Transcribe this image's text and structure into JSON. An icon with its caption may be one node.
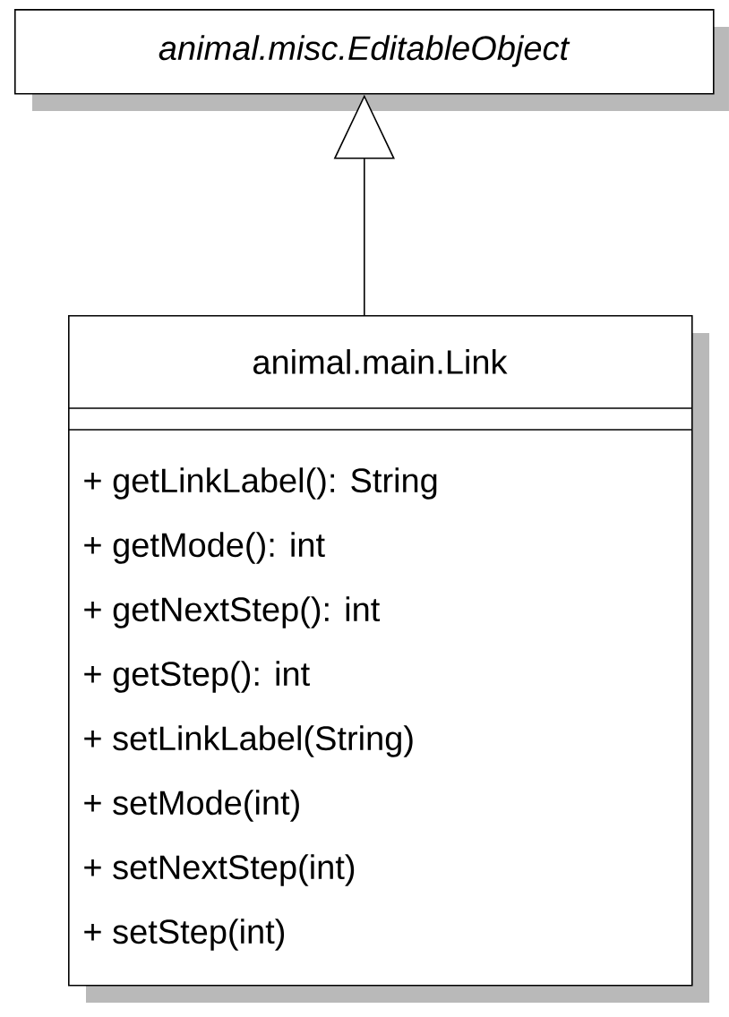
{
  "diagram": {
    "nodes": [
      {
        "text": [
          "animal.misc.EditableObject"
        ]
      },
      {
        "text": [
          "animal.main.Link",
          "+ getLinkLabel(): String",
          "+ getMode(): int",
          "+ getNextStep(): int",
          "+ getStep(): int",
          "+ setLinkLabel(String)",
          "+ setMode(int)",
          "+ setNextStep(int)",
          "+ setStep(int)"
        ]
      }
    ],
    "edges": [
      {
        "from": 1,
        "to": 0,
        "arrow": "to"
      }
    ]
  }
}
